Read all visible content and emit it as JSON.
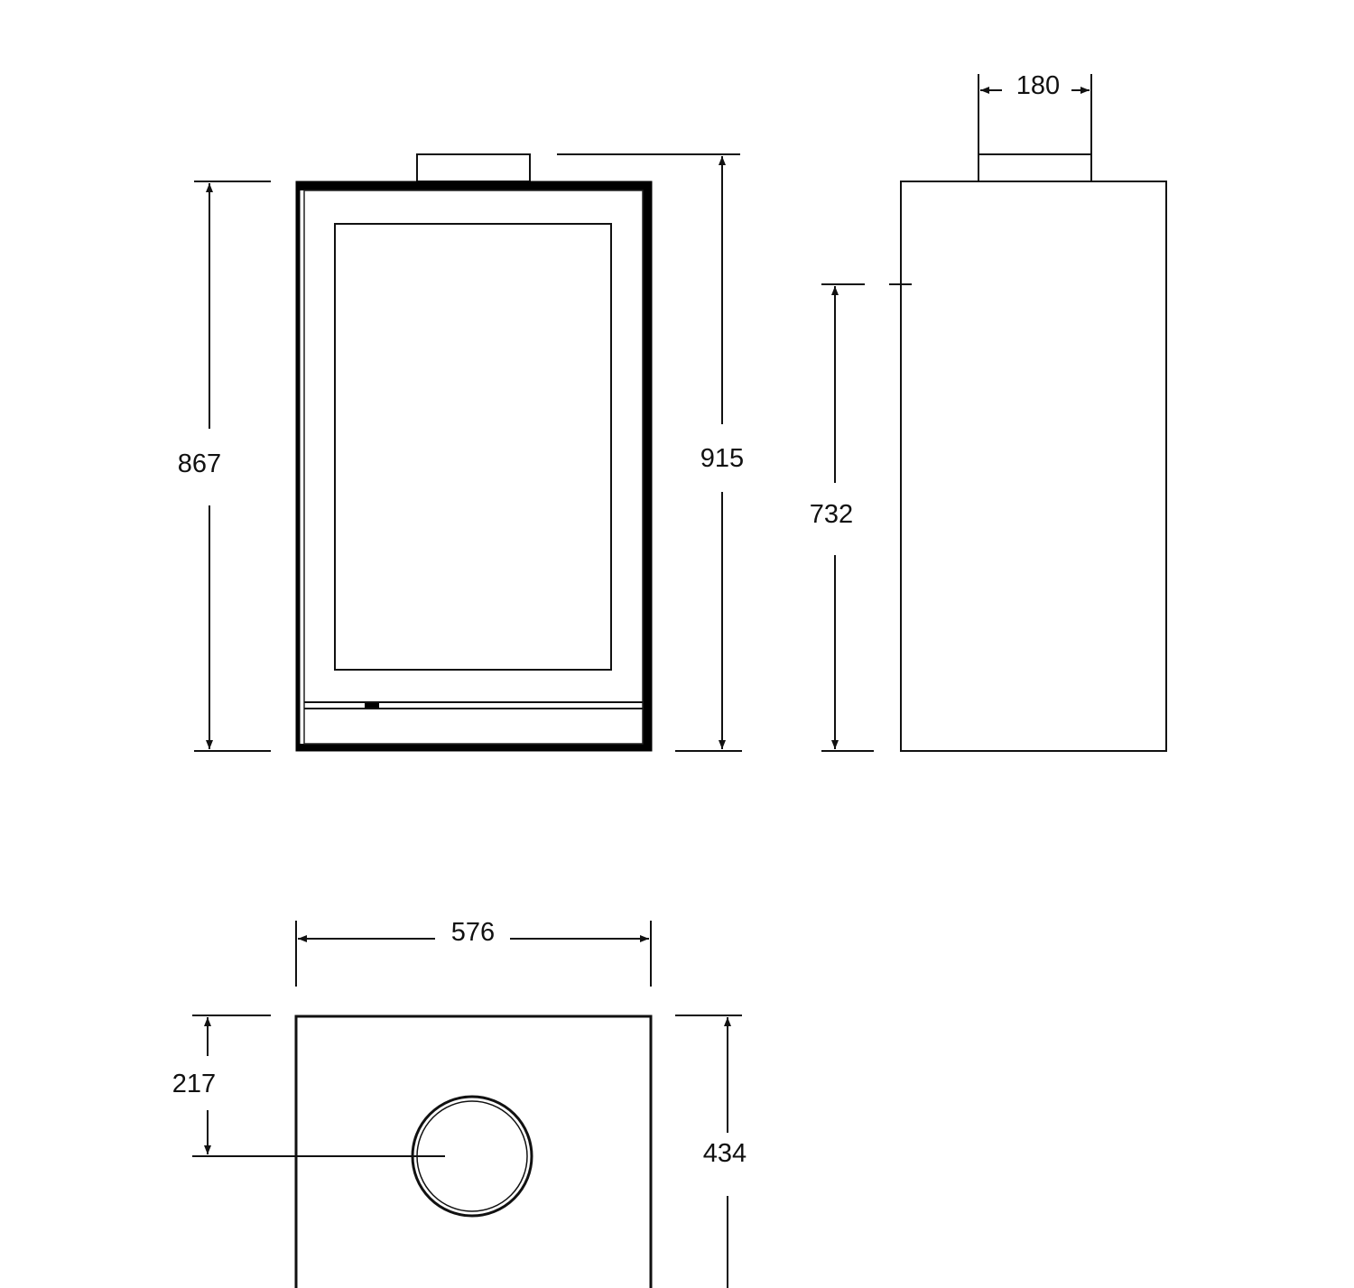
{
  "drawing": {
    "front_view": {
      "height_label": "867",
      "overall_height_label": "915"
    },
    "side_view": {
      "flue_width_label": "180",
      "flue_center_height_label": "732"
    },
    "top_view": {
      "width_label": "576",
      "flue_offset_label": "217",
      "depth_label": "434"
    },
    "line_color": "#111111"
  }
}
